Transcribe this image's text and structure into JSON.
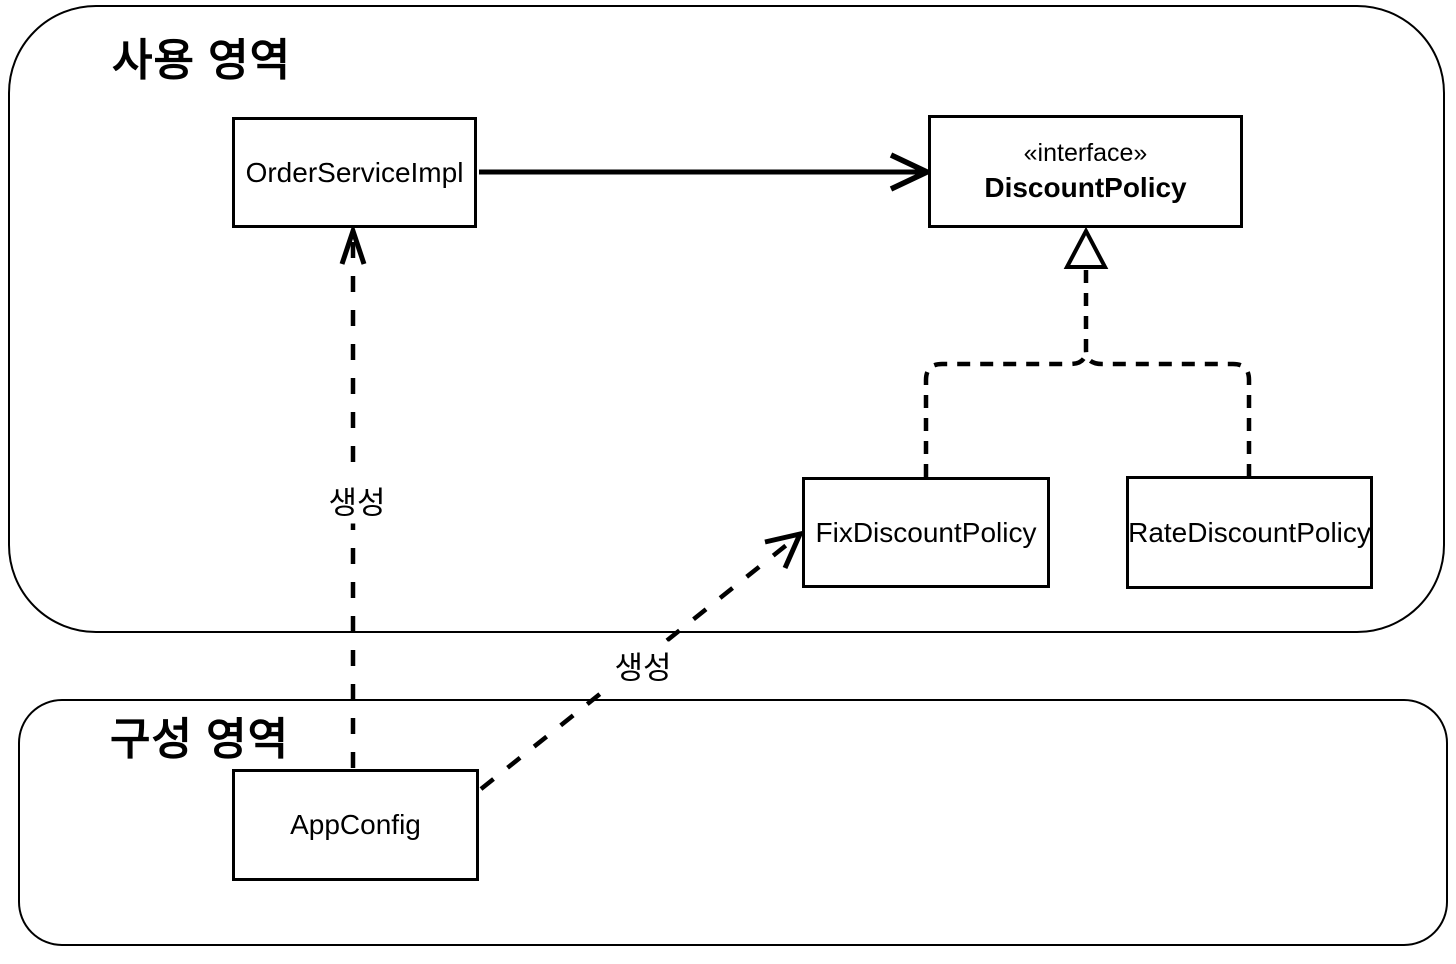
{
  "diagram": {
    "title": "UML dependency diagram (Spring DI example)",
    "colors": {
      "background": "#ffffff",
      "line": "#000000",
      "text": "#000000"
    },
    "regions": {
      "usage": {
        "title": "사용 영역"
      },
      "config": {
        "title": "구성 영역"
      }
    },
    "classes": {
      "order_service_impl": {
        "name": "OrderServiceImpl"
      },
      "discount_policy": {
        "stereotype": "«interface»",
        "name": "DiscountPolicy"
      },
      "fix_discount_policy": {
        "name": "FixDiscountPolicy"
      },
      "rate_discount_policy": {
        "name": "RateDiscountPolicy"
      },
      "app_config": {
        "name": "AppConfig"
      }
    },
    "edges": {
      "create_label_1": "생성",
      "create_label_2": "생성",
      "relations": [
        {
          "from": "OrderServiceImpl",
          "to": "DiscountPolicy",
          "type": "association",
          "style": "solid-open-arrow",
          "label": ""
        },
        {
          "from": "FixDiscountPolicy",
          "to": "DiscountPolicy",
          "type": "realization",
          "style": "dashed-hollow-triangle",
          "label": ""
        },
        {
          "from": "RateDiscountPolicy",
          "to": "DiscountPolicy",
          "type": "realization",
          "style": "dashed-hollow-triangle",
          "label": ""
        },
        {
          "from": "AppConfig",
          "to": "OrderServiceImpl",
          "type": "dependency",
          "style": "dashed-open-arrow",
          "label": "생성"
        },
        {
          "from": "AppConfig",
          "to": "FixDiscountPolicy",
          "type": "dependency",
          "style": "dashed-open-arrow",
          "label": "생성"
        }
      ]
    }
  }
}
